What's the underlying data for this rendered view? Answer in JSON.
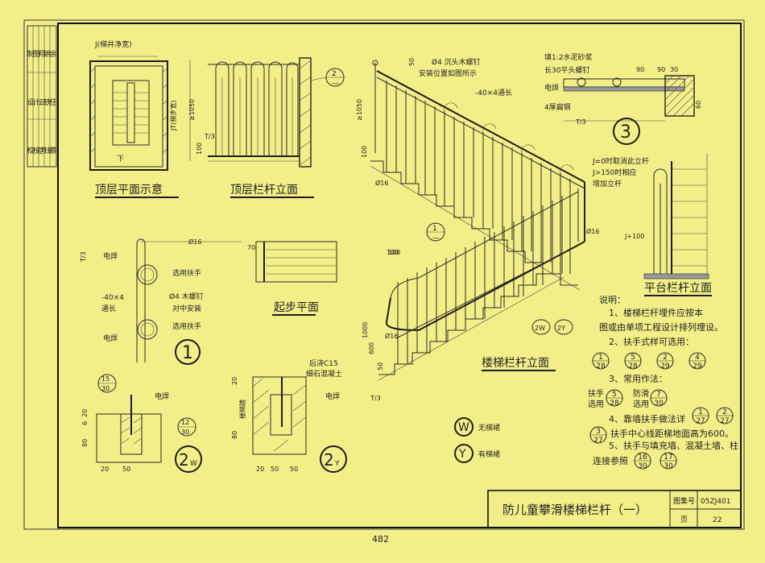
{
  "sidebar": {
    "col1": [
      "校",
      "设",
      "制"
    ],
    "col2": [
      "核",
      "计",
      "图"
    ],
    "col3": [
      "唐",
      "云",
      "翔"
    ],
    "col4": [
      "钱",
      "铁",
      "姚"
    ],
    "col5": [
      "蔡",
      "任",
      "余"
    ]
  },
  "views": {
    "top_plan": {
      "title": "顶层平面示意",
      "label_j": "J(梯井净宽)",
      "label_down": "下",
      "label_jt": "JT(梯步宽)"
    },
    "top_railing": {
      "title": "顶层栏杆立面",
      "dim_1050": "≥1050",
      "dim_100": "100",
      "dim_t3": "T/3",
      "ref_num": "2",
      "ref_den": "—"
    },
    "stair_railing": {
      "title": "楼梯栏杆立面",
      "note_nail": "Ø4 沉头木螺钉",
      "note_nail2": "安装位置如图所示",
      "note_flat": "-40×4通长",
      "dim_50": "50",
      "dim_1050": "≥1050",
      "dim_100": "100",
      "dim_16a": "Ø16",
      "dim_16b": "Ø16",
      "dim_16c": "Ø16",
      "dim_1000": "1000",
      "dim_600": "600",
      "dim_50b": "50",
      "dim_100b": "100",
      "dim_t3": "T/3",
      "ref1_num": "1",
      "ref1_den": "—",
      "ref2w": "2W",
      "ref2y": "2Y"
    },
    "detail3": {
      "num": "3",
      "note_mortar": "填1:2水泥砂浆",
      "note_nail": "长30平头螺钉",
      "note_weld": "电焊",
      "note_flat": "4厚扁钢",
      "dim_90a": "90",
      "dim_90b": "90",
      "dim_30": "30",
      "dim_60": "60",
      "dim_t3": "T/3"
    },
    "platform": {
      "title": "平台栏杆立面",
      "note1": "J=0时取消此立杆",
      "note2": "J>150时相应",
      "note3": "增加立杆",
      "dim": "J+100"
    },
    "detail1": {
      "num": "1",
      "dim_16": "Ø16",
      "dim_t3": "T/3",
      "weld1": "电焊",
      "handrail1": "选用扶手",
      "flat": "-40×4",
      "flat2": "通长",
      "nail": "Ø4 木螺钉",
      "nail2": "对中安装",
      "handrail2": "选用扶手",
      "weld2": "电焊"
    },
    "start_plan": {
      "title": "起步平面",
      "dim_70": "70",
      "dim_100": "100"
    },
    "detail2w": {
      "num": "2",
      "sub": "W",
      "ref_top_num": "15",
      "ref_top_den": "30",
      "ref_side_num": "12",
      "ref_side_den": "30",
      "weld": "电焊",
      "dim_80": "80",
      "dim_6": "6",
      "dim_20": "20",
      "dim_20b": "20",
      "dim_50": "50"
    },
    "detail2y": {
      "num": "2",
      "sub": "Y",
      "note_c15": "后浇C15",
      "note_c15b": "细石混凝土",
      "weld": "电焊",
      "dim_tread": "楼梯踏",
      "dim_20": "20",
      "dim_80": "80",
      "dim_20b": "20",
      "dim_50": "50",
      "dim_50b": "50"
    },
    "legend": {
      "w_label": "无梯裙",
      "y_label": "有梯裙",
      "w": "W",
      "y": "Y"
    }
  },
  "notes": {
    "heading": "说明：",
    "n1": "1、楼梯栏杆埋件应按本",
    "n1b": "图或由单项工程设计排列埋设。",
    "n2": "2、扶手式样可选用：",
    "n2_refs": [
      [
        "1",
        "28"
      ],
      [
        "5",
        "28"
      ],
      [
        "2",
        "29"
      ],
      [
        "4",
        "29"
      ]
    ],
    "n3": "3、常用作法：",
    "n3_a": "扶手",
    "n3_a2": "选用",
    "n3_ref1": [
      "5",
      "28"
    ],
    "n3_b": "防滑",
    "n3_b2": "选用",
    "n3_ref2": [
      "7",
      "30"
    ],
    "n4": "4、靠墙扶手做法详",
    "n4_ref1": [
      "1",
      "27"
    ],
    "n4_ref2": [
      "2",
      "27"
    ],
    "n4_ref3": [
      "3",
      "27"
    ],
    "n4b": "扶手中心线距梯地面高为600。",
    "n5": "5、扶手与填充墙、混凝土墙、柱",
    "n5b": "连接参照",
    "n5_ref1": [
      "16",
      "30"
    ],
    "n5_ref2": [
      "17",
      "30"
    ]
  },
  "titleblock": {
    "title": "防儿童攀滑楼梯栏杆（一）",
    "atlas_label": "图集号",
    "atlas_value": "05ZJ401",
    "page_label": "页",
    "page_value": "22"
  },
  "page_number": "482"
}
